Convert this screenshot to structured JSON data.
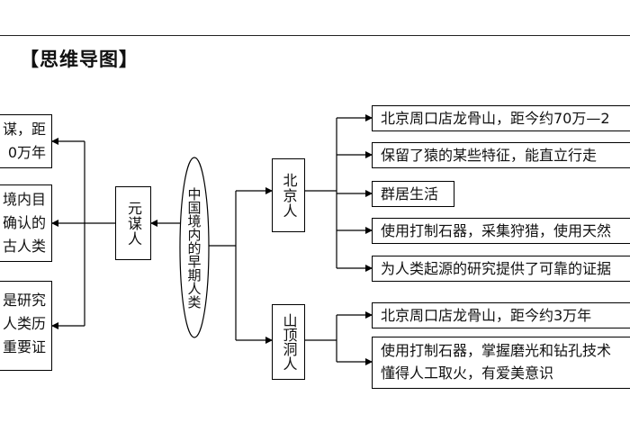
{
  "heading": "【思维导图】",
  "center": {
    "label": "中国境内的早期人类"
  },
  "yuanmou": {
    "label": "元谋人",
    "facts": [
      [
        "谋，距",
        "0万年"
      ],
      [
        "境内目",
        "确认的",
        "古人类"
      ],
      [
        "是研究",
        "人类历",
        "重要证"
      ]
    ]
  },
  "beijing": {
    "label": "北京人",
    "facts": [
      "北京周口店龙骨山，距今约70万—2",
      "保留了猿的某些特征，能直立行走",
      "群居生活",
      "使用打制石器，采集狩猎，使用天然",
      "为人类起源的研究提供了可靠的证据"
    ]
  },
  "shanding": {
    "label": "山顶洞人",
    "facts": [
      "北京周口店龙骨山，距今约3万年",
      [
        "使用打制石器，掌握磨光和钻孔技术",
        "懂得人工取火，有爱美意识"
      ]
    ]
  }
}
